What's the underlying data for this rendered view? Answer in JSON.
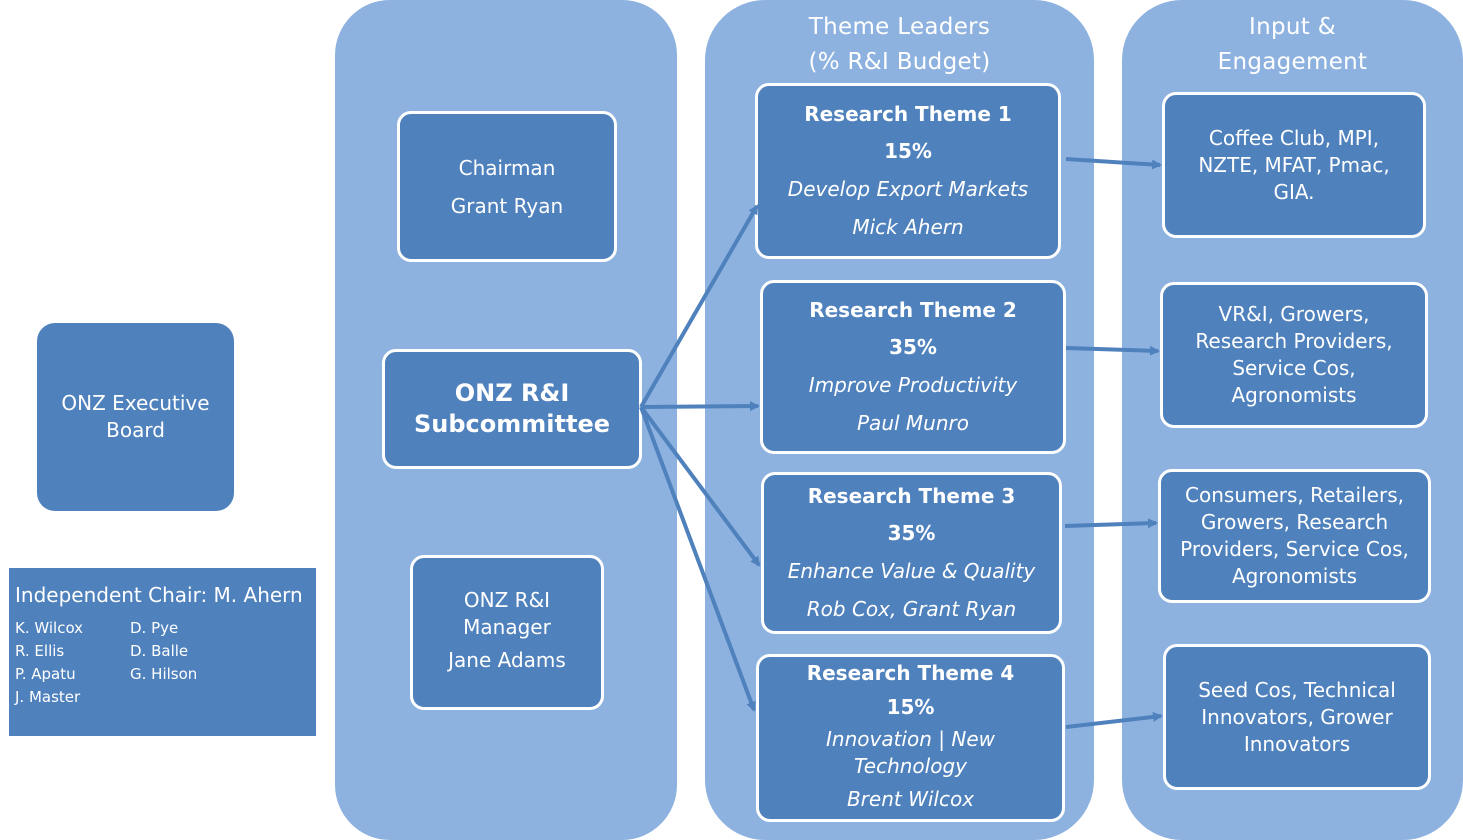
{
  "executive_board": {
    "lines": [
      "ONZ Executive",
      "Board"
    ]
  },
  "independent_chair": {
    "heading": "Independent Chair: M. Ahern",
    "members": [
      "K. Wilcox",
      "D. Pye",
      "R. Ellis",
      "D. Balle",
      "P. Apatu",
      "G. Hilson",
      "J. Master",
      ""
    ]
  },
  "governance": {
    "chairman": {
      "role": "Chairman",
      "name": "Grant Ryan"
    },
    "subcommittee": {
      "lines": [
        "ONZ R&I",
        "Subcommittee"
      ]
    },
    "manager": {
      "lines": [
        "ONZ R&I",
        "Manager"
      ],
      "name": "Jane Adams"
    }
  },
  "theme_leaders": {
    "heading": [
      "Theme Leaders",
      "(% R&I Budget)"
    ],
    "themes": [
      {
        "title": "Research Theme 1",
        "percent": "15%",
        "goal": [
          "Develop Export Markets"
        ],
        "leader": "Mick Ahern"
      },
      {
        "title": "Research Theme 2",
        "percent": "35%",
        "goal": [
          "Improve Productivity"
        ],
        "leader": "Paul Munro"
      },
      {
        "title": "Research Theme 3",
        "percent": "35%",
        "goal": [
          "Enhance Value & Quality"
        ],
        "leader": "Rob Cox, Grant Ryan"
      },
      {
        "title": "Research Theme 4",
        "percent": "15%",
        "goal": [
          "Innovation | New",
          "Technology"
        ],
        "leader": "Brent Wilcox"
      }
    ]
  },
  "input_engagement": {
    "heading": [
      "Input &",
      "Engagement"
    ],
    "groups": [
      {
        "lines": [
          "Coffee Club, MPI,",
          "NZTE, MFAT, Pmac,",
          "GIA."
        ]
      },
      {
        "lines": [
          "VR&I, Growers,",
          "Research Providers,",
          "Service Cos,",
          "Agronomists"
        ]
      },
      {
        "lines": [
          "Consumers, Retailers,",
          "Growers, Research",
          "Providers, Service Cos,",
          "Agronomists"
        ]
      },
      {
        "lines": [
          "Seed Cos, Technical",
          "Innovators, Grower",
          "Innovators"
        ]
      }
    ]
  },
  "colors": {
    "column": "#8eb2e0",
    "box": "#4f81bd",
    "arrow": "#4f81bd",
    "border": "#ffffff"
  }
}
